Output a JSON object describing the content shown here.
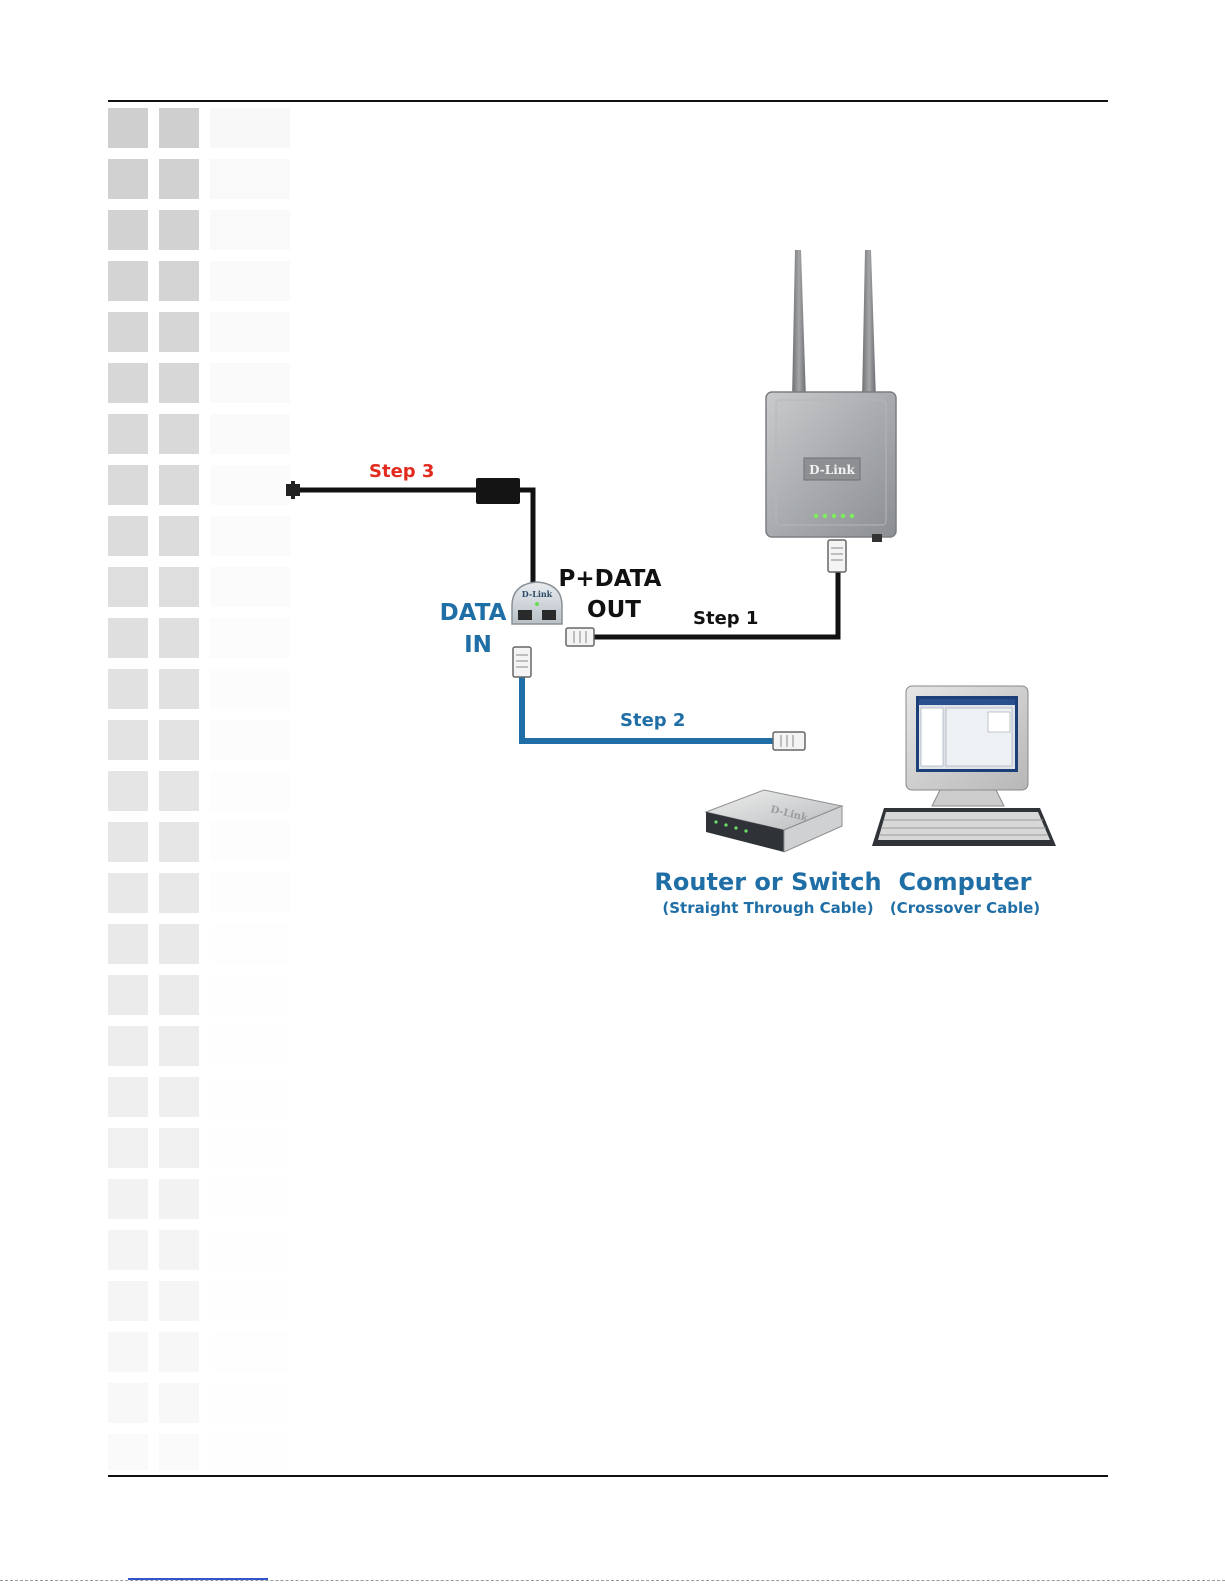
{
  "labels": {
    "step1": "Step 1",
    "step2": "Step 2",
    "step3": "Step 3",
    "pdata_line1": "P+DATA",
    "pdata_line2": "OUT",
    "datain_line1": "DATA",
    "datain_line2": "IN",
    "router_title": "Router or Switch",
    "router_sub": "(Straight Through Cable)",
    "computer_title": "Computer",
    "computer_sub": "(Crossover Cable)",
    "ap_logo": "D-Link",
    "injector_logo": "D-Link",
    "switch_logo": "D-Link"
  },
  "colors": {
    "blue_label": "#1f6ea6",
    "red_label": "#e22a1e",
    "blue_cable": "#1f6ea6",
    "black_cable": "#111111",
    "grid_square": "#cfcfcf"
  },
  "icons": [
    "access-point-icon",
    "poe-injector-icon",
    "power-adapter-icon",
    "switch-icon",
    "computer-icon",
    "rj45-plug-icon"
  ]
}
